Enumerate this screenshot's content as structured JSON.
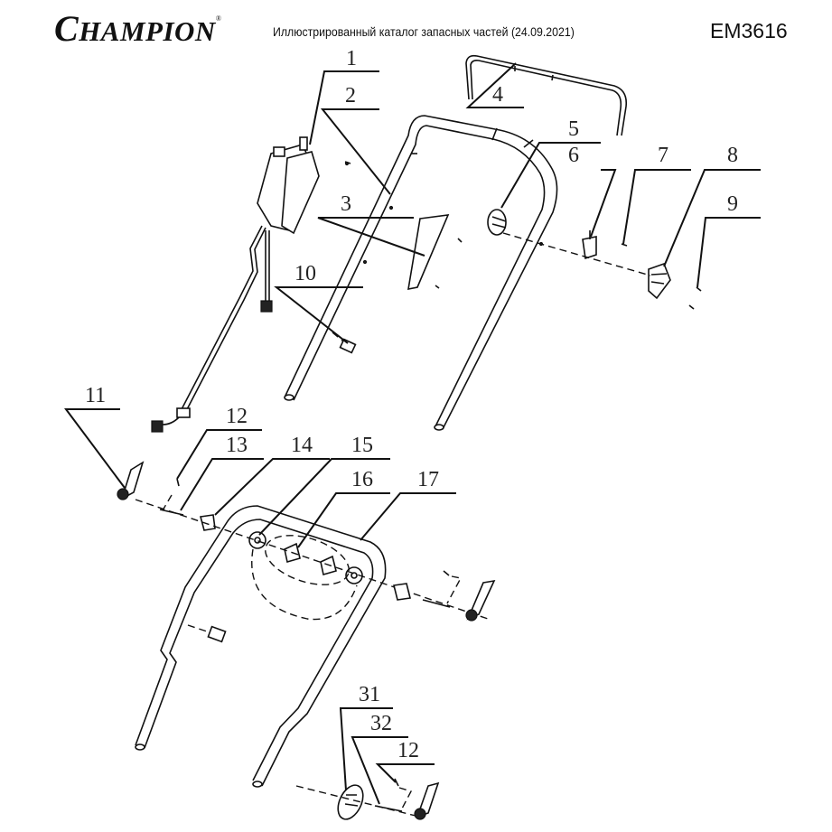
{
  "header": {
    "brand_first": "C",
    "brand_rest": "HAMPION",
    "brand_mark": "®",
    "title": "Иллюстрированный каталог запасных частей (24.09.2021)",
    "model": "EM3616"
  },
  "diagram": {
    "type": "exploded-parts-view",
    "subject": "lawn mower handle assembly",
    "callouts": [
      {
        "id": "c1",
        "label": "1"
      },
      {
        "id": "c2",
        "label": "2"
      },
      {
        "id": "c3",
        "label": "3"
      },
      {
        "id": "c4",
        "label": "4"
      },
      {
        "id": "c5",
        "label": "5"
      },
      {
        "id": "c6",
        "label": "6"
      },
      {
        "id": "c7",
        "label": "7"
      },
      {
        "id": "c8",
        "label": "8"
      },
      {
        "id": "c9",
        "label": "9"
      },
      {
        "id": "c10",
        "label": "10"
      },
      {
        "id": "c11",
        "label": "11"
      },
      {
        "id": "c12a",
        "label": "12"
      },
      {
        "id": "c13",
        "label": "13"
      },
      {
        "id": "c14",
        "label": "14"
      },
      {
        "id": "c15",
        "label": "15"
      },
      {
        "id": "c16",
        "label": "16"
      },
      {
        "id": "c17",
        "label": "17"
      },
      {
        "id": "c31",
        "label": "31"
      },
      {
        "id": "c32",
        "label": "32"
      },
      {
        "id": "c12b",
        "label": "12"
      }
    ]
  }
}
